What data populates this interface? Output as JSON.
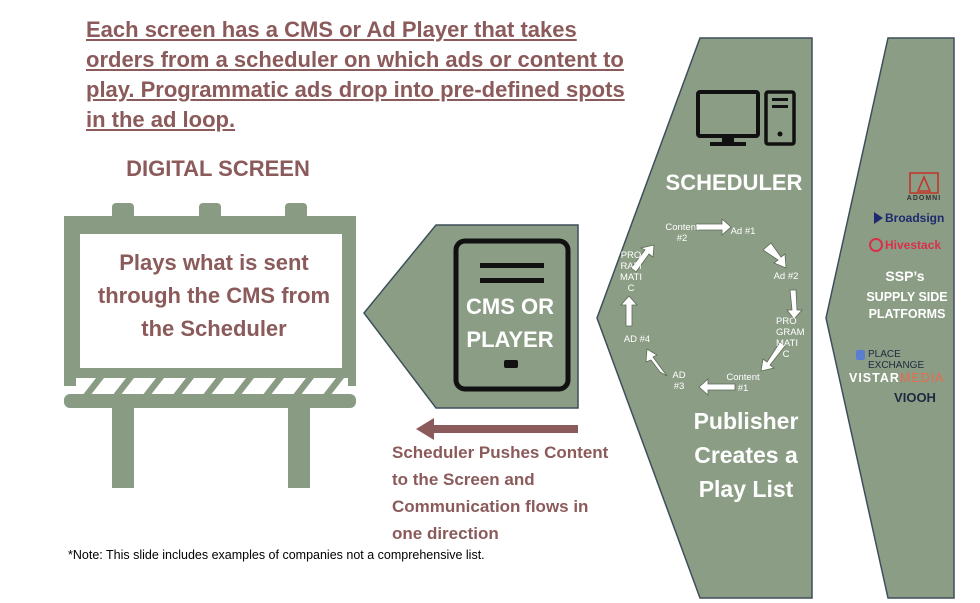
{
  "headline": "Each screen has a CMS or Ad Player that takes orders from a scheduler on which ads or content to play. Programmatic ads drop into pre-defined spots in the ad loop.",
  "digital_screen": {
    "title": "DIGITAL SCREEN",
    "billboard_text": "Plays what is sent through the CMS from the Scheduler"
  },
  "cms": {
    "label": "CMS OR PLAYER"
  },
  "scheduler": {
    "title": "SCHEDULER",
    "cycle": {
      "content2": "Content #2",
      "ad1": "Ad #1",
      "ad2": "Ad #2",
      "prog_right": "PRO GRAM MATI C",
      "content1": "Content #1",
      "ad3": "AD #3",
      "ad4": "AD #4",
      "prog_left": "PRO RAM MATI C"
    },
    "publisher": "Publisher Creates a Play List"
  },
  "push_note": "Scheduler Pushes Content to the Screen and Communication flows in one direction",
  "footnote": "*Note: This slide includes examples of companies not a comprehensive list.",
  "ssp": {
    "title": "SSP’s",
    "subtitle": "SUPPLY SIDE PLATFORMS",
    "logos": {
      "adomni": "ADOMNI",
      "broadsign": "Broadsign",
      "hivestack": "Hivestack",
      "place_exchange": "PLACE EXCHANGE",
      "vistar": "VISTAR",
      "vistar_media": "MEDIA",
      "viooh": "VIOOH"
    }
  },
  "colors": {
    "panel": "#8c9d86",
    "panel_border": "#3d4f5a",
    "billboard": "#8a9b84",
    "text_accent": "#8b5a5a",
    "arrow": "#8b5a5a"
  }
}
